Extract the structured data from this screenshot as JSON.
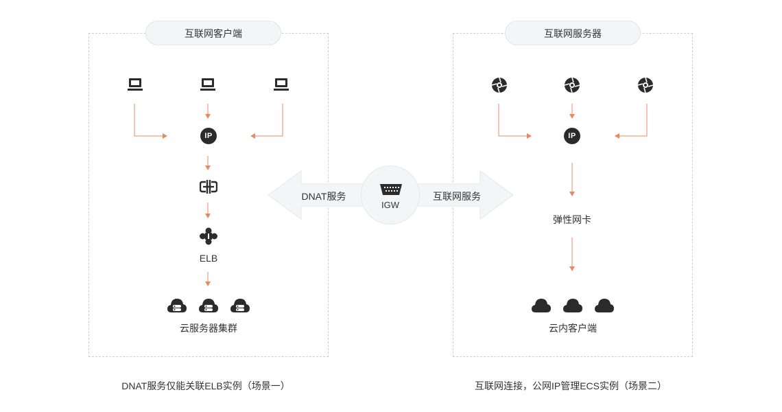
{
  "left_panel": {
    "title": "互联网客户端",
    "ip_label": "IP",
    "elb_label": "ELB",
    "cluster_label": "云服务器集群",
    "caption": "DNAT服务仅能关联ELB实例（场景一）"
  },
  "right_panel": {
    "title": "互联网服务器",
    "ip_label": "IP",
    "eni_label": "弹性网卡",
    "clients_label": "云内客户端",
    "caption": "互联网连接，公网IP管理ECS实例（场景二）"
  },
  "center": {
    "left_arrow_label": "DNAT服务",
    "right_arrow_label": "互联网服务",
    "gateway_label": "IGW"
  },
  "colors": {
    "accent_arrow": "#e8895f",
    "icon_dark": "#2b2b2b",
    "panel_border": "#cfcfcf",
    "pill_bg": "#f4f5f7"
  }
}
